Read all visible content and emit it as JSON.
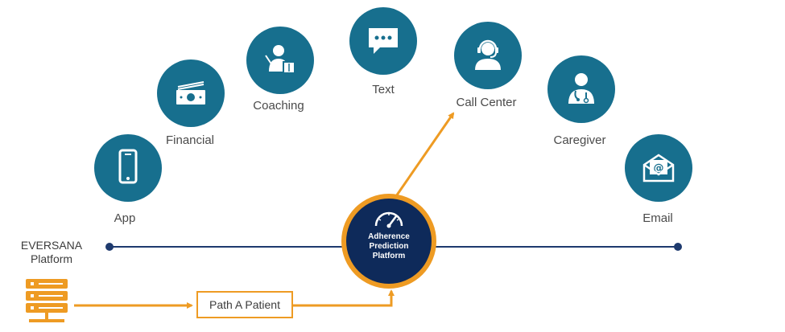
{
  "channels": [
    {
      "label": "App",
      "icon": "smartphone-icon"
    },
    {
      "label": "Financial",
      "icon": "money-icon"
    },
    {
      "label": "Coaching",
      "icon": "coach-icon"
    },
    {
      "label": "Text",
      "icon": "chat-bubble-icon"
    },
    {
      "label": "Call Center",
      "icon": "headset-agent-icon"
    },
    {
      "label": "Caregiver",
      "icon": "doctor-icon"
    },
    {
      "label": "Email",
      "icon": "email-icon"
    }
  ],
  "hub": {
    "label": "Adherence Prediction Platform",
    "icon": "speedometer-icon"
  },
  "platform": {
    "label": "EVERSANA Platform",
    "icon": "server-stack-icon"
  },
  "path": {
    "label": "Path A Patient"
  },
  "colors": {
    "channel": "#176f8e",
    "hub_fill": "#0e2a5a",
    "hub_ring": "#ee9b23",
    "arrow": "#ee9b23",
    "timeline": "#1e3a6e"
  }
}
